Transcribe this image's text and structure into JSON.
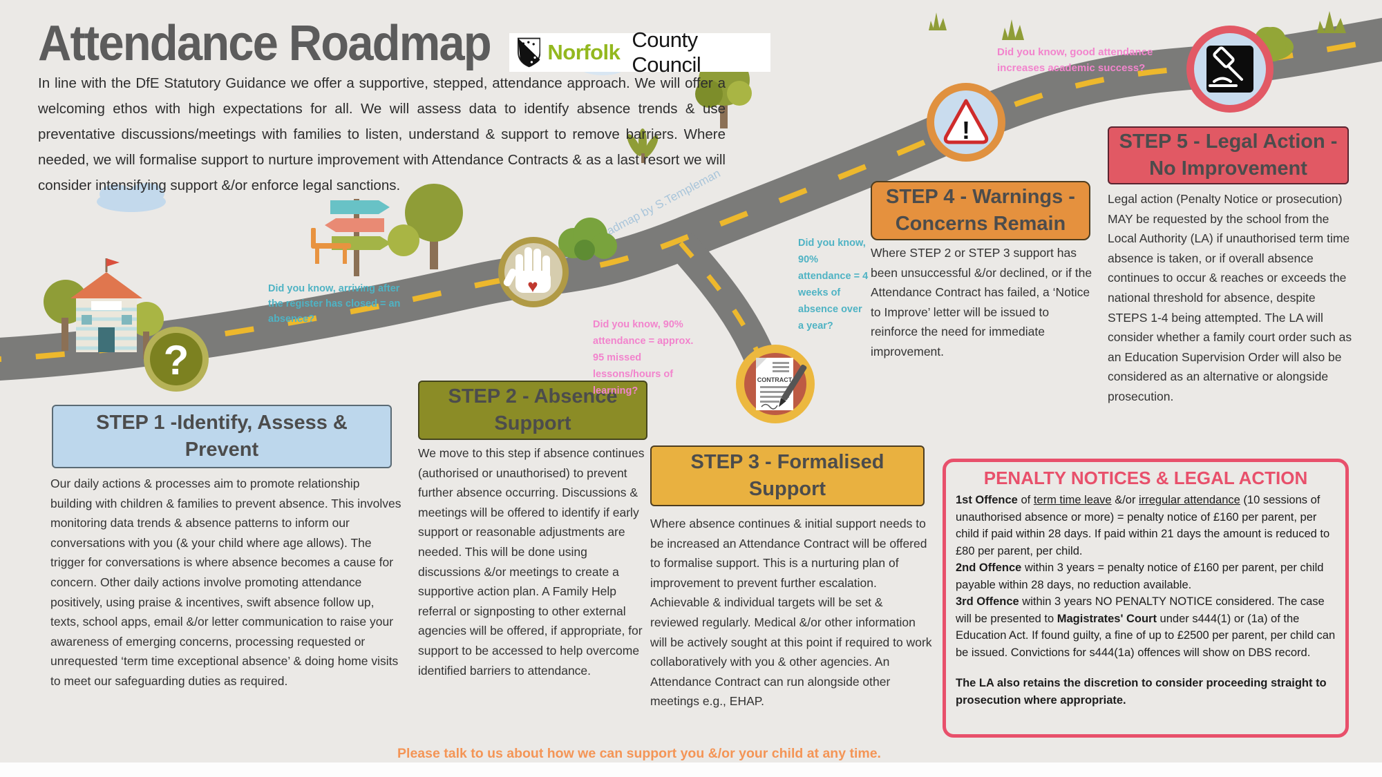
{
  "title": "Attendance Roadmap",
  "logo": {
    "norfolk": "Norfolk",
    "rest": "County Council"
  },
  "intro": "In line with the DfE Statutory Guidance we offer a supportive, stepped, attendance approach. We will offer a welcoming ethos with high expectations for all.  We will assess data to identify absence trends & use preventative discussions/meetings with families to listen, understand & support to remove barriers.  Where needed, we will formalise support to nurture improvement with Attendance Contracts & as a last resort we will consider intensifying support &/or enforce legal sanctions.",
  "steps": [
    {
      "title": "STEP 1 -Identify, Assess & Prevent",
      "body": "Our daily actions & processes aim to promote relationship building with children & families to prevent absence.  This involves monitoring data trends & absence patterns to inform our conversations with you (& your child where age allows).  The trigger for conversations is where absence becomes a cause for concern. Other daily actions involve promoting attendance positively, using praise & incentives, swift absence follow up, texts, school apps, email &/or letter communication to raise your awareness of emerging concerns, processing requested or unrequested ‘term time exceptional absence’ & doing home visits to meet our safeguarding duties as required."
    },
    {
      "title": "STEP 2 - Absence Support",
      "body": "We move to this step if absence continues (authorised or unauthorised) to prevent further absence occurring.  Discussions & meetings will be offered to identify if early support or reasonable adjustments are needed.  This will be done using discussions &/or meetings to create a supportive action plan.  A Family Help referral or signposting to other external agencies will be offered, if appropriate, for support to be accessed to help overcome identified barriers to attendance."
    },
    {
      "title": "STEP 3 - Formalised Support",
      "body": "Where absence continues & initial support needs to be increased an Attendance Contract will be offered to formalise support. This is a nurturing plan of improvement to prevent further escalation.  Achievable & individual targets will be set & reviewed regularly.  Medical &/or other information will be actively sought at this point if required to work collaboratively with you & other agencies.  An Attendance Contract can run alongside other meetings e.g., EHAP."
    },
    {
      "title": "STEP 4 - Warnings - Concerns Remain",
      "body": "Where STEP 2 or STEP 3 support has been unsuccessful &/or declined, or if the Attendance Contract has failed, a ‘Notice to Improve’ letter will be issued to reinforce the need for immediate improvement."
    },
    {
      "title": "STEP 5 - Legal Action - No Improvement",
      "body": "Legal action (Penalty Notice or prosecution) MAY be requested by the school from the Local Authority (LA) if unauthorised term time absence is taken, or if overall absence continues to occur & reaches or exceeds the national threshold for absence, despite STEPS 1-4 being attempted. The LA will consider whether a family court order such as an Education Supervision Order will also be considered as an alternative or alongside prosecution."
    }
  ],
  "callouts": {
    "register": "Did you know, arriving after the register has closed  = an absence?",
    "lessons": "Did you know, 90% attendance = approx. 95 missed lessons/hours of learning?",
    "weeks": "Did you know, 90% attendance = 4 weeks of absence over a year?",
    "success": "Did you know, good attendance increases academic success?"
  },
  "credit": "Based on the Roadmap by S.Templeman",
  "penalty": {
    "title": "PENALTY NOTICES & LEGAL ACTION",
    "paragraphs": [
      [
        {
          "t": "1st Offence",
          "b": true
        },
        {
          "t": "  of "
        },
        {
          "t": "term time leave",
          "u": true
        },
        {
          "t": " &/or "
        },
        {
          "t": "irregular attendance",
          "u": true
        },
        {
          "t": " (10 sessions of unauthorised absence or more) = penalty notice of £160 per parent, per child if paid within 28 days.  If paid within 21 days the amount is reduced to £80 per parent, per child."
        }
      ],
      [
        {
          "t": "2nd Offence",
          "b": true
        },
        {
          "t": " within 3 years = penalty notice of £160 per parent, per child payable within 28 days, no reduction available."
        }
      ],
      [
        {
          "t": "3rd Offence",
          "b": true
        },
        {
          "t": " within 3 years NO PENALTY NOTICE considered.  The case will be presented to "
        },
        {
          "t": "Magistrates' Court",
          "b": true
        },
        {
          "t": " under s444(1) or (1a) of the Education Act.  If found guilty, a fine of up to £2500 per parent, per child can be issued.  Convictions for s444(1a) offences will show on DBS record."
        }
      ],
      [],
      [
        {
          "t": "The LA also retains the discretion to consider proceeding straight to prosecution where appropriate.",
          "b": true
        }
      ]
    ]
  },
  "footer": "Please talk to us about how we can support you &/or your child at any time.",
  "glyphs": {
    "question": "?",
    "heart": "♥",
    "contract": "CONTRACT",
    "exclaim": "!"
  },
  "colors": {
    "step1": "#bdd7ec",
    "step2": "#8b8c26",
    "step3": "#e9b140",
    "step4": "#e5913e",
    "step5": "#e15964",
    "penalty_accent": "#e8506b",
    "callout_teal": "#4fb3c4",
    "callout_pink": "#f284cd",
    "footer_orange": "#f49556",
    "norfolk_green": "#93b81f",
    "road_gray": "#7b7b79",
    "road_dash_yellow": "#edb82d"
  }
}
